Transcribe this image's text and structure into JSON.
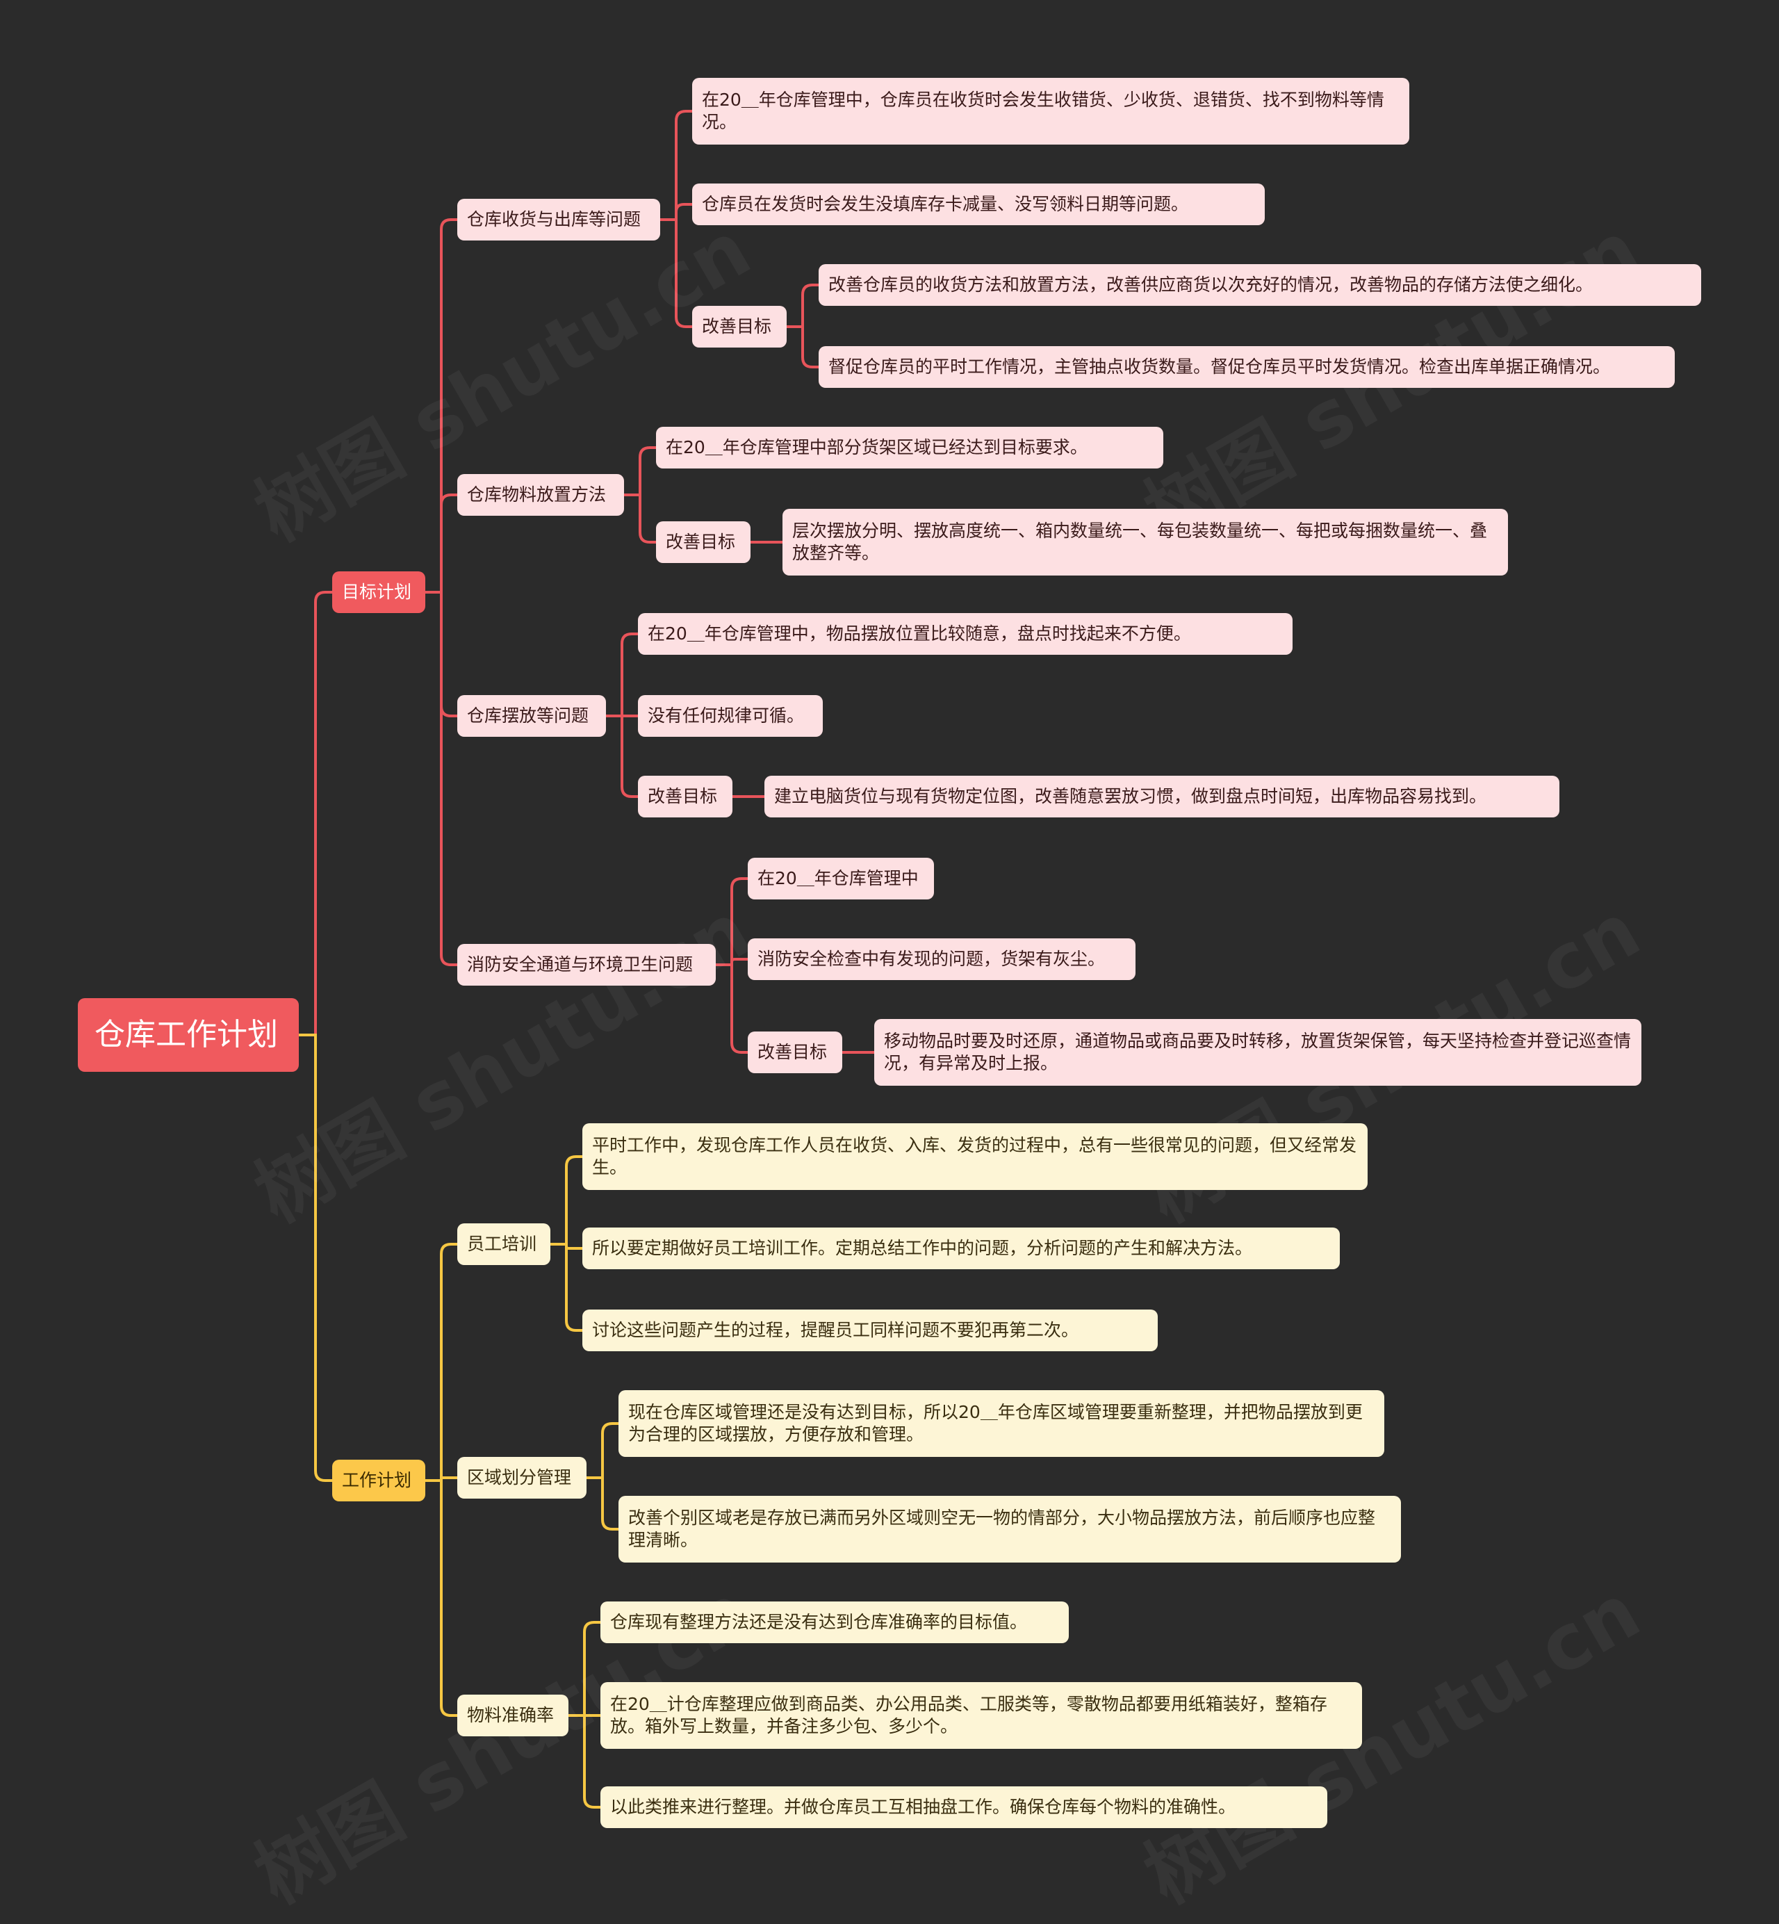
{
  "root": "仓库工作计划",
  "watermark": "树图 shutu.cn",
  "colors": {
    "red_line": "#e8545a",
    "yellow_line": "#f6c743"
  },
  "branches": [
    {
      "label": "目标计划",
      "children": [
        {
          "label": "仓库收货与出库等问题",
          "children": [
            {
              "label": "在20＿年仓库管理中，仓库员在收货时会发生收错货、少收货、退错货、找不到物料等情况。"
            },
            {
              "label": "仓库员在发货时会发生没填库存卡减量、没写领料日期等问题。"
            },
            {
              "label": "改善目标",
              "children": [
                {
                  "label": "改善仓库员的收货方法和放置方法，改善供应商货以次充好的情况，改善物品的存储方法使之细化。"
                },
                {
                  "label": "督促仓库员的平时工作情况，主管抽点收货数量。督促仓库员平时发货情况。检查出库单据正确情况。"
                }
              ]
            }
          ]
        },
        {
          "label": "仓库物料放置方法",
          "children": [
            {
              "label": "在20＿年仓库管理中部分货架区域已经达到目标要求。"
            },
            {
              "label": "改善目标",
              "children": [
                {
                  "label": "层次摆放分明、摆放高度统一、箱内数量统一、每包装数量统一、每把或每捆数量统一、叠放整齐等。"
                }
              ]
            }
          ]
        },
        {
          "label": "仓库摆放等问题",
          "children": [
            {
              "label": "在20＿年仓库管理中，物品摆放位置比较随意，盘点时找起来不方便。"
            },
            {
              "label": "没有任何规律可循。"
            },
            {
              "label": "改善目标",
              "children": [
                {
                  "label": "建立电脑货位与现有货物定位图，改善随意罢放习惯，做到盘点时间短，出库物品容易找到。"
                }
              ]
            }
          ]
        },
        {
          "label": "消防安全通道与环境卫生问题",
          "children": [
            {
              "label": "在20＿年仓库管理中"
            },
            {
              "label": "消防安全检查中有发现的问题，货架有灰尘。"
            },
            {
              "label": "改善目标",
              "children": [
                {
                  "label": "移动物品时要及时还原，通道物品或商品要及时转移，放置货架保管，每天坚持检查并登记巡查情况，有异常及时上报。"
                }
              ]
            }
          ]
        }
      ]
    },
    {
      "label": "工作计划",
      "children": [
        {
          "label": "员工培训",
          "children": [
            {
              "label": "平时工作中，发现仓库工作人员在收货、入库、发货的过程中，总有一些很常见的问题，但又经常发生。"
            },
            {
              "label": "所以要定期做好员工培训工作。定期总结工作中的问题，分析问题的产生和解决方法。"
            },
            {
              "label": "讨论这些问题产生的过程，提醒员工同样问题不要犯再第二次。"
            }
          ]
        },
        {
          "label": "区域划分管理",
          "children": [
            {
              "label": "现在仓库区域管理还是没有达到目标，所以20＿年仓库区域管理要重新整理，并把物品摆放到更为合理的区域摆放，方便存放和管理。"
            },
            {
              "label": "改善个别区域老是存放已满而另外区域则空无一物的情部分，大小物品摆放方法，前后顺序也应整理清晰。"
            }
          ]
        },
        {
          "label": "物料准确率",
          "children": [
            {
              "label": "仓库现有整理方法还是没有达到仓库准确率的目标值。"
            },
            {
              "label": "在20＿计仓库整理应做到商品类、办公用品类、工服类等，零散物品都要用纸箱装好，整箱存放。箱外写上数量，并备注多少包、多少个。"
            },
            {
              "label": "以此类推来进行整理。并做仓库员工互相抽盘工作。确保仓库每个物料的准确性。"
            }
          ]
        }
      ]
    }
  ]
}
